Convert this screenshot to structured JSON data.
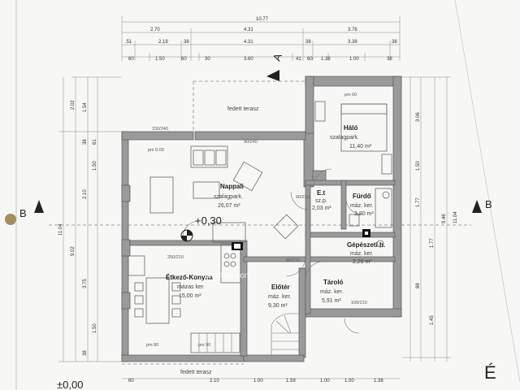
{
  "drawing": {
    "dims_top_row1": [
      "10.77"
    ],
    "dims_top_row2": [
      "2.70",
      "4.31",
      "3.76"
    ],
    "dims_top_row3": [
      ".51",
      "2.19",
      "38",
      "4.31",
      "38",
      "3.38",
      "38"
    ],
    "dims_top_row4": [
      "60",
      "1.50",
      "60",
      "30",
      "3.60",
      "41",
      "60",
      "1.38",
      "1.00",
      "38"
    ],
    "dims_bottom": [
      "60",
      "2.10",
      "1.00",
      "1.59",
      "1.00",
      "1.00",
      "1.38"
    ],
    "dims_left_outer": [
      "11.04",
      "9.02",
      "2.02"
    ],
    "dims_left_inner": [
      "1.54",
      "38",
      "61",
      "2.10",
      "1.50",
      "3.75",
      "1.50",
      "38"
    ],
    "dims_right_outer": [
      "9.46",
      "11.04"
    ],
    "dims_right_inner": [
      "3.06",
      "1.50",
      "1.77",
      "1.45",
      "88",
      "1.77"
    ],
    "section_label_a": "A",
    "section_label_b": "B",
    "level_label_center": "+0,30",
    "level_label_bottom": "±0,00",
    "corner_mark": "É",
    "watermark": "Ingatlan.com",
    "terrace_top": "fedett terasz",
    "terrace_bottom": "fedett terasz",
    "rooms": [
      {
        "name": "Nappali",
        "floor": "szalagpark.",
        "area": "26,07 m²"
      },
      {
        "name": "Háló",
        "floor": "szalagpark.",
        "area": "11,40 m²"
      },
      {
        "name": "E.t",
        "floor": "sz.p.",
        "area": "2,03 m²"
      },
      {
        "name": "Fürdő",
        "floor": "máz. ker.",
        "area": "3,80 m²"
      },
      {
        "name": "Gépészeti h.",
        "floor": "máz. ker.",
        "area": "2,29 m²"
      },
      {
        "name": "Tároló",
        "floor": "máz. ker.",
        "area": "5,91 m²"
      },
      {
        "name": "Előtér",
        "floor": "máz. ker.",
        "area": "9,30 m²"
      },
      {
        "name": "Étkező-Konyha",
        "floor": "mázas ker.",
        "area": "15,00 m²"
      }
    ],
    "openings": [
      "pm 0.00",
      "pm 60",
      "pm 80",
      "pm 90",
      "90/210",
      "150/240",
      "90/240",
      "100/210",
      "80/210",
      "250/210"
    ]
  }
}
